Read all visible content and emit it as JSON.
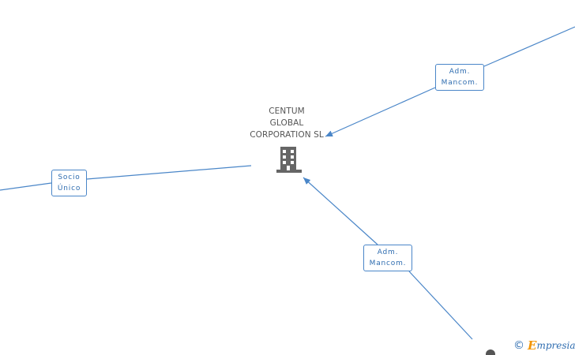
{
  "center_node": {
    "name_lines": [
      "CENTUM",
      "GLOBAL",
      "CORPORATION SL"
    ],
    "icon": "building-icon"
  },
  "relations": [
    {
      "id": "top",
      "role_lines": [
        "Adm.",
        "Mancom."
      ]
    },
    {
      "id": "left",
      "role_lines": [
        "Socio",
        "Único"
      ]
    },
    {
      "id": "bottom",
      "role_lines": [
        "Adm.",
        "Mancom."
      ]
    }
  ],
  "watermark": {
    "symbol": "©",
    "brand_initial": "E",
    "brand_rest": "mpresia"
  },
  "colors": {
    "edge": "#4a86c8",
    "role_text": "#2f6db0",
    "node_icon": "#666666",
    "label_text": "#555555",
    "brand_accent": "#f29400"
  }
}
